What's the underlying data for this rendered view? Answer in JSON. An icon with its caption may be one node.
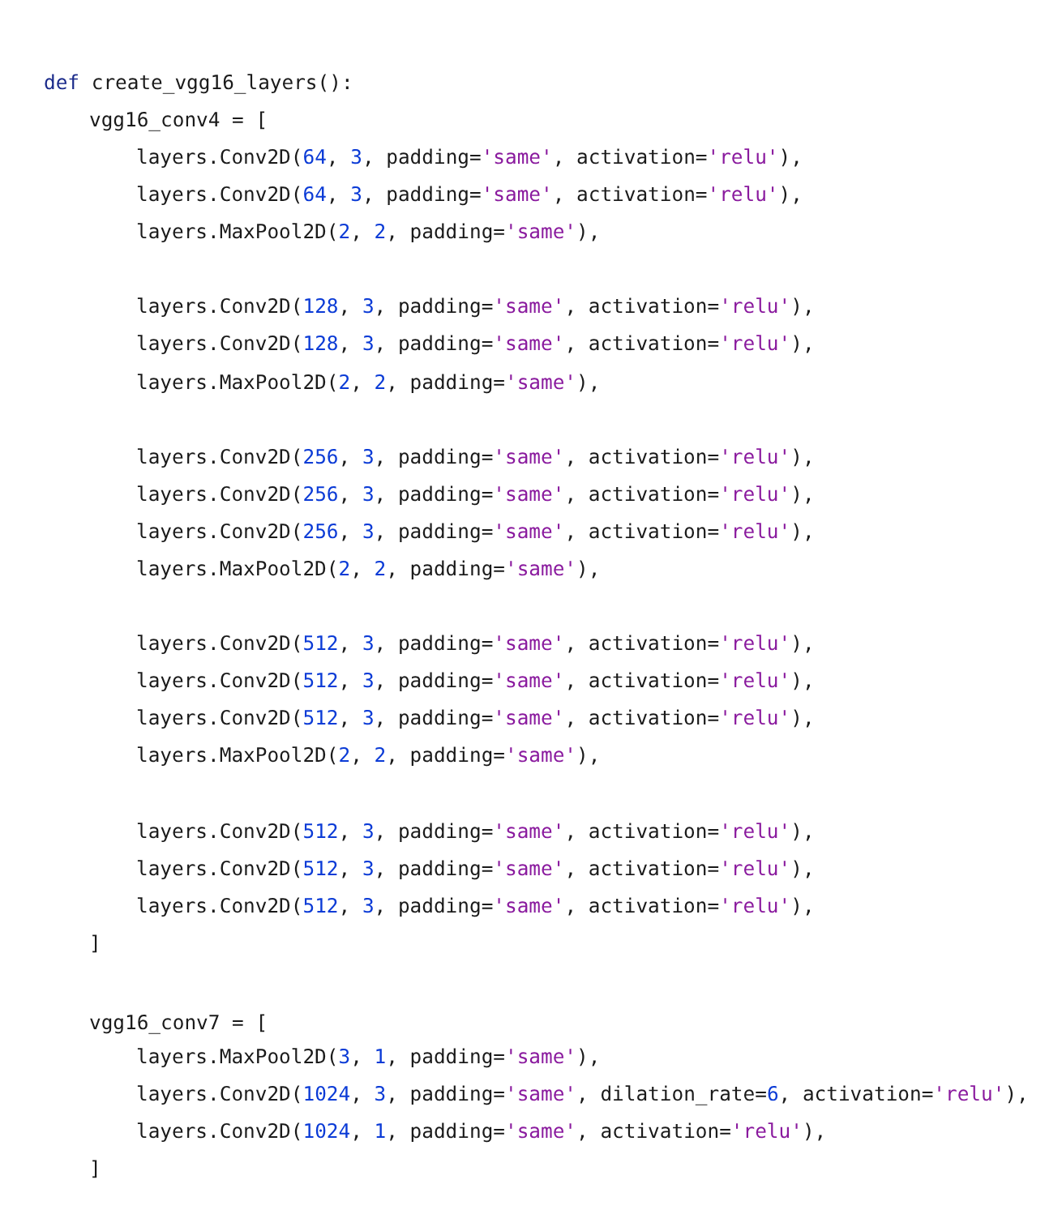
{
  "diagram": {
    "labels": [
      "def create_vgg16_layers():",
      "vgg16_conv4 = [",
      "layers.Conv2D(64, 3, padding='same', activation='relu'),",
      "layers.Conv2D(64, 3, padding='same', activation='relu'),",
      "layers.MaxPool2D(2, 2, padding='same'),",
      "layers.Conv2D(128, 3, padding='same', activation='relu'),",
      "layers.Conv2D(128, 3, padding='same', activation='relu'),",
      "layers.MaxPool2D(2, 2, padding='same'),",
      "layers.Conv2D(256, 3, padding='same', activation='relu'),",
      "layers.Conv2D(256, 3, padding='same', activation='relu'),",
      "layers.Conv2D(256, 3, padding='same', activation='relu'),",
      "layers.MaxPool2D(2, 2, padding='same'),",
      "layers.Conv2D(512, 3, padding='same', activation='relu'),",
      "layers.Conv2D(512, 3, padding='same', activation='relu'),",
      "layers.Conv2D(512, 3, padding='same', activation='relu'),",
      "layers.MaxPool2D(2, 2, padding='same'),",
      "layers.Conv2D(512, 3, padding='same', activation='relu'),",
      "layers.Conv2D(512, 3, padding='same', activation='relu'),",
      "layers.Conv2D(512, 3, padding='same', activation='relu'),",
      "]",
      "vgg16_conv7 = [",
      "layers.MaxPool2D(3, 1, padding='same'),",
      "layers.Conv2D(1024, 3, padding='same', dilation_rate=6, activation='relu'),",
      "layers.Conv2D(1024, 1, padding='same', activation='relu'),",
      "]"
    ]
  }
}
